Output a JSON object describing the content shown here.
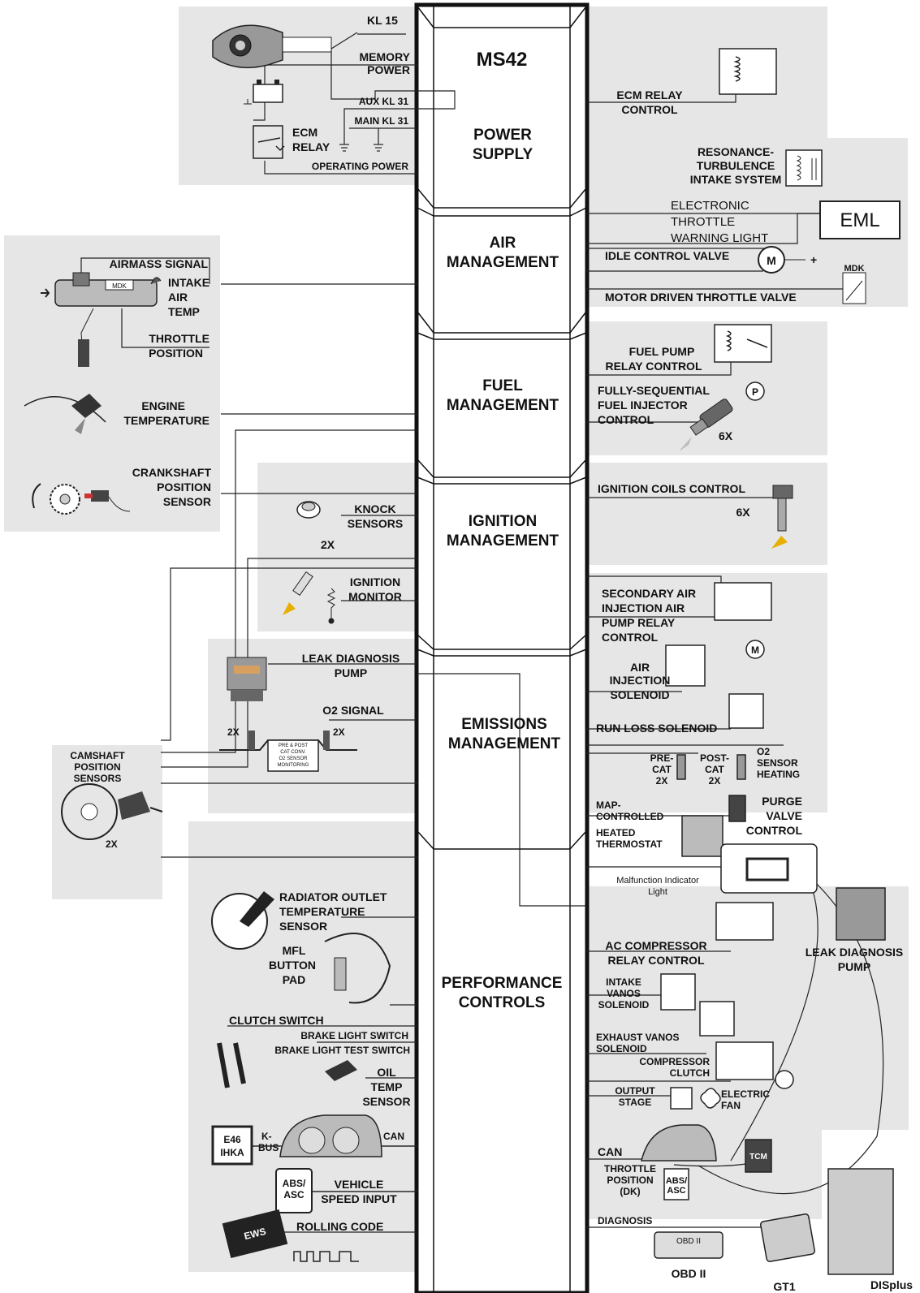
{
  "module": "MS42",
  "sections": {
    "power_supply": [
      "POWER",
      "SUPPLY"
    ],
    "air": [
      "AIR",
      "MANAGEMENT"
    ],
    "fuel": [
      "FUEL",
      "MANAGEMENT"
    ],
    "ignition": [
      "IGNITION",
      "MANAGEMENT"
    ],
    "emissions": [
      "EMISSIONS",
      "MANAGEMENT"
    ],
    "performance": [
      "PERFORMANCE",
      "CONTROLS"
    ]
  },
  "power_inputs": {
    "kl15": "KL 15",
    "memory": [
      "MEMORY",
      "POWER"
    ],
    "aux_kl31": "AUX KL 31",
    "main_kl31": "MAIN KL 31",
    "ecm_relay": [
      "ECM",
      "RELAY"
    ],
    "operating_power": "OPERATING POWER"
  },
  "left_inputs": {
    "airmass": "AIRMASS SIGNAL",
    "mdk": "MDK",
    "intake_air_temp": [
      "INTAKE",
      "AIR",
      "TEMP"
    ],
    "throttle_position": [
      "THROTTLE",
      "POSITION"
    ],
    "engine_temp": [
      "ENGINE",
      "TEMPERATURE"
    ],
    "crankshaft": [
      "CRANKSHAFT",
      "POSITION",
      "SENSOR"
    ],
    "knock": [
      "KNOCK",
      "SENSORS"
    ],
    "knock_qty": "2X",
    "ignition_monitor": [
      "IGNITION",
      "MONITOR"
    ],
    "leak_pump": [
      "LEAK DIAGNOSIS",
      "PUMP"
    ],
    "o2_signal": "O2 SIGNAL",
    "o2_qty_left": "2X",
    "o2_qty_right": "2X",
    "catconv": [
      "PRE & POST",
      "CAT CONV.",
      "O2 SENSOR",
      "MONITORING"
    ],
    "camshaft": [
      "CAMSHAFT",
      "POSITION",
      "SENSORS"
    ],
    "camshaft_qty": "2X",
    "radiator": [
      "RADIATOR OUTLET",
      "TEMPERATURE",
      "SENSOR"
    ],
    "mfl": [
      "MFL",
      "BUTTON",
      "PAD"
    ],
    "clutch": "CLUTCH SWITCH",
    "brake_light": "BRAKE LIGHT SWITCH",
    "brake_test": "BRAKE LIGHT  TEST SWITCH",
    "oil_temp": [
      "OIL",
      "TEMP",
      "SENSOR"
    ],
    "ihka": [
      "E46",
      "IHKA"
    ],
    "kbus": [
      "K-",
      "BUS"
    ],
    "can_left": "CAN",
    "abs_asc": [
      "ABS/",
      "ASC"
    ],
    "vehicle_speed": [
      "VEHICLE",
      "SPEED INPUT"
    ],
    "ews": "EWS",
    "rolling_code": "ROLLING CODE"
  },
  "right_outputs": {
    "ecm_relay_control": [
      "ECM RELAY",
      "CONTROL"
    ],
    "resonance": [
      "RESONANCE-",
      "TURBULENCE",
      "INTAKE SYSTEM"
    ],
    "etwl": [
      "ELECTRONIC",
      "THROTTLE",
      "WARNING LIGHT"
    ],
    "eml": "EML",
    "idle_valve": "IDLE CONTROL VALVE",
    "motor_symbol": "M",
    "mdk_small": "MDK",
    "throttle_valve": "MOTOR DRIVEN THROTTLE VALVE",
    "fuel_pump": [
      "FUEL PUMP",
      "RELAY CONTROL"
    ],
    "pump_symbol": "P",
    "injector": [
      "FULLY-SEQUENTIAL",
      "FUEL INJECTOR",
      "CONTROL"
    ],
    "injector_qty": "6X",
    "ignition_coils": "IGNITION COILS CONTROL",
    "coils_qty": "6X",
    "secondary_air": [
      "SECONDARY AIR",
      "INJECTION AIR",
      "PUMP RELAY",
      "CONTROL"
    ],
    "air_injection": [
      "AIR",
      "INJECTION",
      "SOLENOID"
    ],
    "run_loss": "RUN LOSS SOLENOID",
    "pre_cat": [
      "PRE-",
      "CAT",
      "2X"
    ],
    "post_cat": [
      "POST-",
      "CAT",
      "2X"
    ],
    "o2_heating": [
      "O2",
      "SENSOR",
      "HEATING"
    ],
    "map_thermostat": [
      "MAP-",
      "CONTROLLED",
      "HEATED",
      "THERMOSTAT"
    ],
    "purge_valve": [
      "PURGE",
      "VALVE",
      "CONTROL"
    ],
    "mil": [
      "Malfunction Indicator",
      "Light"
    ],
    "leak_pump_right": [
      "LEAK DIAGNOSIS",
      "PUMP"
    ],
    "ac_relay": [
      "AC COMPRESSOR",
      "RELAY CONTROL"
    ],
    "intake_vanos": [
      "INTAKE",
      "VANOS",
      "SOLENOID"
    ],
    "exhaust_vanos": [
      "EXHAUST  VANOS",
      "SOLENOID"
    ],
    "compressor_clutch": [
      "COMPRESSOR",
      "CLUTCH"
    ],
    "output_stage": [
      "OUTPUT",
      "STAGE"
    ],
    "electric_fan": [
      "ELECTRIC",
      "FAN"
    ],
    "can_right": "CAN",
    "dk": [
      "THROTTLE",
      "POSITION",
      "(DK)"
    ],
    "abs_asc_right": [
      "ABS/",
      "ASC"
    ],
    "tcm": "TCM",
    "diagnosis": "DIAGNOSIS",
    "obd_box": "OBD II",
    "obd": "OBD II",
    "gt1": "GT1",
    "displus": "DISplus"
  }
}
